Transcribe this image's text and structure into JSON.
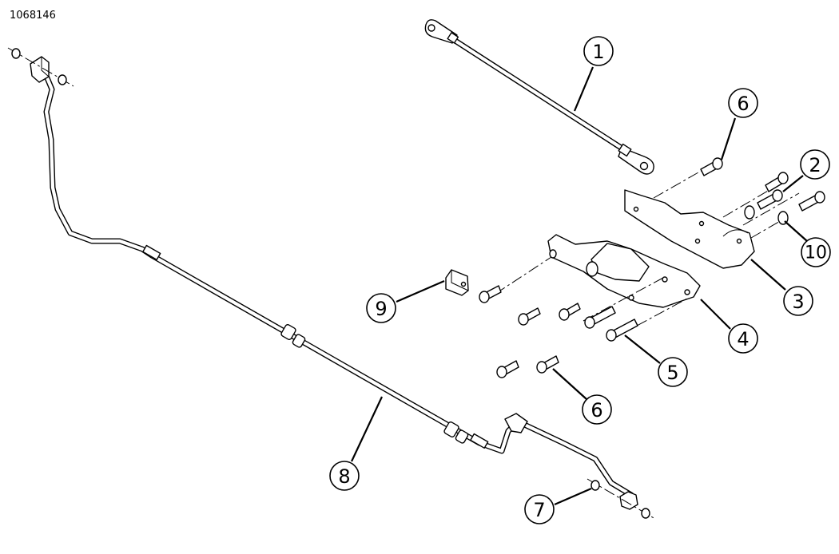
{
  "drawing_number": "1068146",
  "callouts": {
    "c1": "1",
    "c2": "2",
    "c3": "3",
    "c4": "4",
    "c5": "5",
    "c6a": "6",
    "c6b": "6",
    "c7": "7",
    "c8": "8",
    "c9": "9",
    "c10": "10"
  }
}
